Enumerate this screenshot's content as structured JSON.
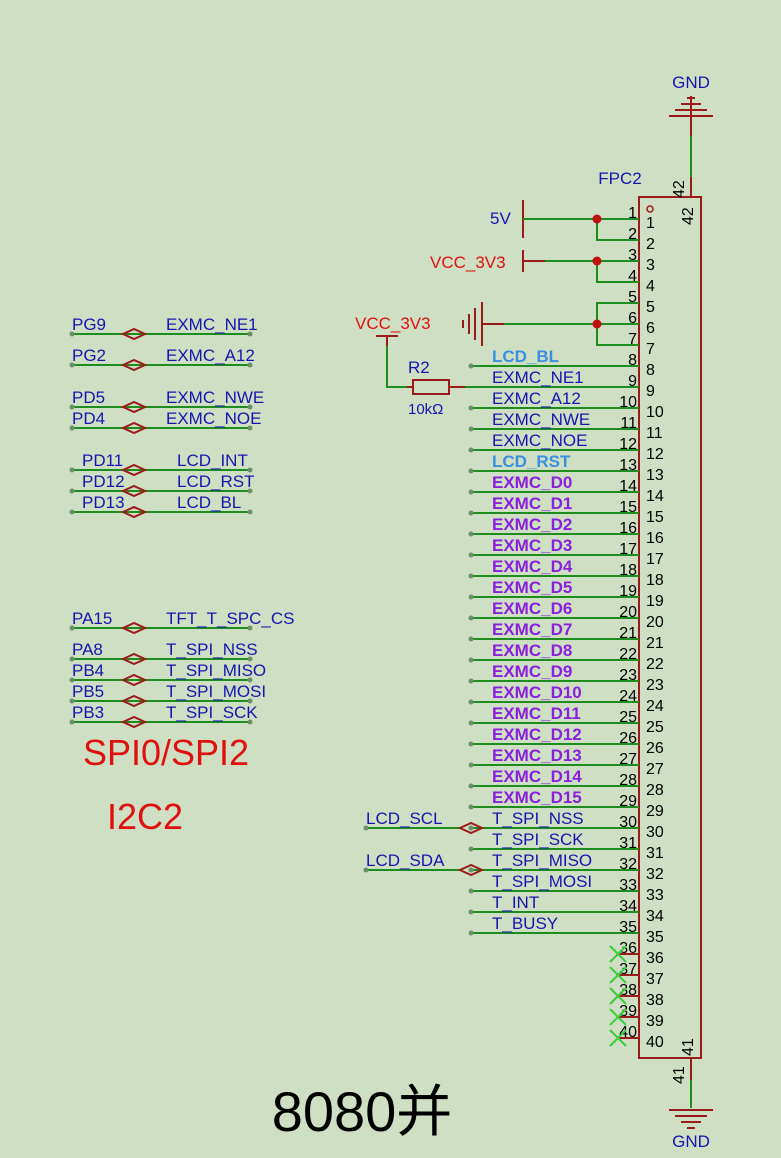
{
  "component": {
    "ref": "FPC2",
    "pin_42": "42",
    "pin_41": "41"
  },
  "power": {
    "gnd_top": "GND",
    "gnd_bottom": "GND",
    "v5": "5V",
    "vcc_a": "VCC_3V3",
    "vcc_b": "VCC_3V3"
  },
  "resistor": {
    "ref": "R2",
    "value": "10kΩ"
  },
  "left_labels": [
    {
      "left": "PG9",
      "right": "EXMC_NE1"
    },
    {
      "left": "PG2",
      "right": "EXMC_A12"
    },
    {
      "left": "PD5",
      "right": "EXMC_NWE"
    },
    {
      "left": "PD4",
      "right": "EXMC_NOE"
    },
    {
      "left": "PD11",
      "right": "LCD_INT"
    },
    {
      "left": "PD12",
      "right": "LCD_RST"
    },
    {
      "left": "PD13",
      "right": "LCD_BL"
    },
    {
      "left": "PA15",
      "right": "TFT_T_SPC_CS"
    },
    {
      "left": "PA8",
      "right": "T_SPI_NSS"
    },
    {
      "left": "PB4",
      "right": "T_SPI_MISO"
    },
    {
      "left": "PB5",
      "right": "T_SPI_MOSI"
    },
    {
      "left": "PB3",
      "right": "T_SPI_SCK"
    }
  ],
  "pin_nets": [
    {
      "pin": "8",
      "name": "LCD_BL",
      "color": "#3a8fe0"
    },
    {
      "pin": "9",
      "name": "EXMC_NE1",
      "color": "#1515b0"
    },
    {
      "pin": "10",
      "name": "EXMC_A12",
      "color": "#1515b0"
    },
    {
      "pin": "11",
      "name": "EXMC_NWE",
      "color": "#1515b0"
    },
    {
      "pin": "12",
      "name": "EXMC_NOE",
      "color": "#1515b0"
    },
    {
      "pin": "13",
      "name": "LCD_RST",
      "color": "#3a8fe0"
    },
    {
      "pin": "14",
      "name": "EXMC_D0",
      "color": "#8a1fe0"
    },
    {
      "pin": "15",
      "name": "EXMC_D1",
      "color": "#8a1fe0"
    },
    {
      "pin": "16",
      "name": "EXMC_D2",
      "color": "#8a1fe0"
    },
    {
      "pin": "17",
      "name": "EXMC_D3",
      "color": "#8a1fe0"
    },
    {
      "pin": "18",
      "name": "EXMC_D4",
      "color": "#8a1fe0"
    },
    {
      "pin": "19",
      "name": "EXMC_D5",
      "color": "#8a1fe0"
    },
    {
      "pin": "20",
      "name": "EXMC_D6",
      "color": "#8a1fe0"
    },
    {
      "pin": "21",
      "name": "EXMC_D7",
      "color": "#8a1fe0"
    },
    {
      "pin": "22",
      "name": "EXMC_D8",
      "color": "#8a1fe0"
    },
    {
      "pin": "23",
      "name": "EXMC_D9",
      "color": "#8a1fe0"
    },
    {
      "pin": "24",
      "name": "EXMC_D10",
      "color": "#8a1fe0"
    },
    {
      "pin": "25",
      "name": "EXMC_D11",
      "color": "#8a1fe0"
    },
    {
      "pin": "26",
      "name": "EXMC_D12",
      "color": "#8a1fe0"
    },
    {
      "pin": "27",
      "name": "EXMC_D13",
      "color": "#8a1fe0"
    },
    {
      "pin": "28",
      "name": "EXMC_D14",
      "color": "#8a1fe0"
    },
    {
      "pin": "29",
      "name": "EXMC_D15",
      "color": "#8a1fe0"
    },
    {
      "pin": "30",
      "name": "T_SPI_NSS",
      "color": "#1515b0"
    },
    {
      "pin": "31",
      "name": "T_SPI_SCK",
      "color": "#1515b0"
    },
    {
      "pin": "32",
      "name": "T_SPI_MISO",
      "color": "#1515b0"
    },
    {
      "pin": "33",
      "name": "T_SPI_MOSI",
      "color": "#1515b0"
    },
    {
      "pin": "34",
      "name": "T_INT",
      "color": "#1515b0"
    },
    {
      "pin": "35",
      "name": "T_BUSY",
      "color": "#1515b0"
    }
  ],
  "pins_nc": [
    "36",
    "37",
    "38",
    "39",
    "40"
  ],
  "pins_inner": [
    "1",
    "2",
    "3",
    "4",
    "5",
    "6",
    "7",
    "8",
    "9",
    "10",
    "11",
    "12",
    "13",
    "14",
    "15",
    "16",
    "17",
    "18",
    "19",
    "20",
    "21",
    "22",
    "23",
    "24",
    "25",
    "26",
    "27",
    "28",
    "29",
    "30",
    "31",
    "32",
    "33",
    "34",
    "35",
    "36",
    "37",
    "38",
    "39",
    "40"
  ],
  "pins_outer": [
    "1",
    "2",
    "3",
    "4",
    "5",
    "6",
    "7",
    "8",
    "9",
    "10",
    "11",
    "12",
    "13",
    "14",
    "15",
    "16",
    "17",
    "18",
    "19",
    "20",
    "21",
    "22",
    "23",
    "24",
    "25",
    "26",
    "27",
    "28",
    "29",
    "30",
    "31",
    "32",
    "33",
    "34",
    "35",
    "36",
    "37",
    "38",
    "39",
    "40"
  ],
  "i2c_labels": [
    {
      "name": "LCD_SCL",
      "link": "T_SPI_NSS"
    },
    {
      "name": "LCD_SDA",
      "link": "T_SPI_MISO"
    }
  ],
  "titles": {
    "spi": "SPI0/SPI2",
    "i2c": "I2C2",
    "mode": "8080并"
  },
  "colors": {
    "wire": "#1e8c1e",
    "component": "#9b1b1b",
    "net": "#1515b0",
    "power_red": "#e01010"
  }
}
